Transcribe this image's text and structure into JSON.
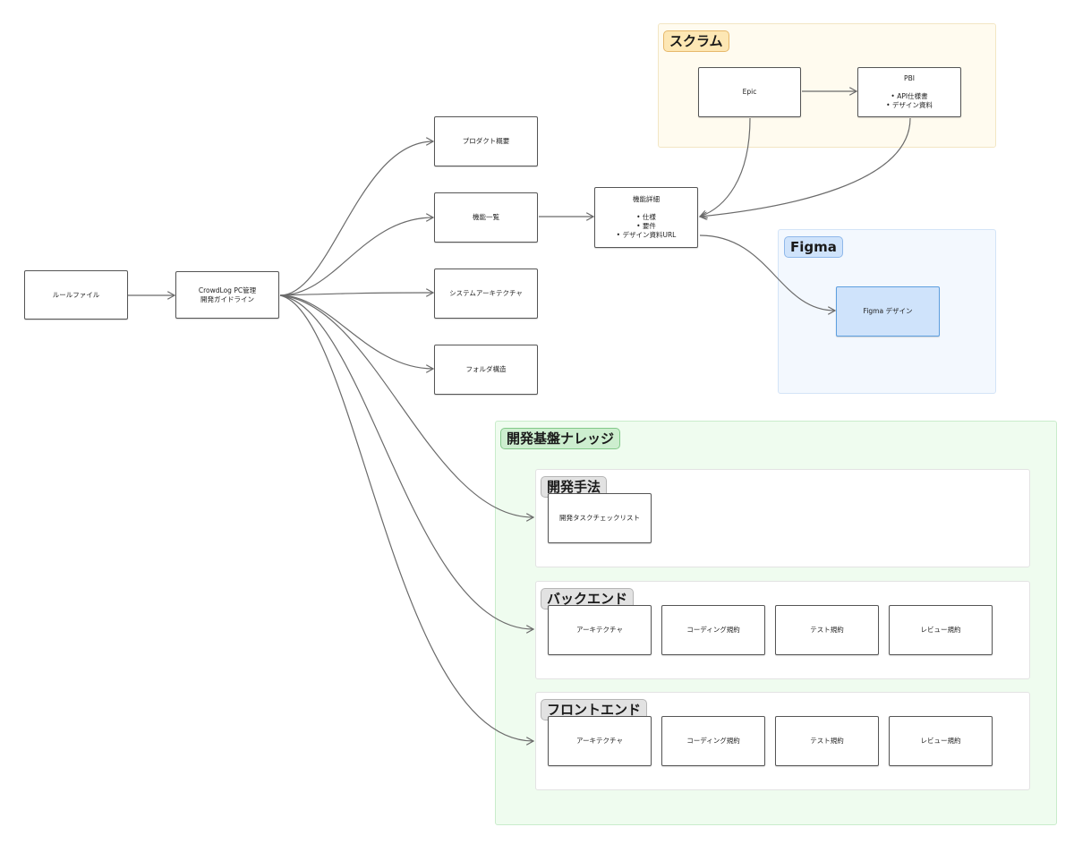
{
  "groups": {
    "scrum": "スクラム",
    "figma": "Figma",
    "knowledge": "開発基盤ナレッジ",
    "methods": "開発手法",
    "backend": "バックエンド",
    "frontend": "フロントエンド"
  },
  "nodes": {
    "rule_file": "ルールファイル",
    "guideline_line1": "CrowdLog PC管理",
    "guideline_line2": "開発ガイドライン",
    "product_overview": "プロダクト概要",
    "feature_list": "機能一覧",
    "system_architecture": "システムアーキテクチャ",
    "folder_structure": "フォルダ構造",
    "feature_detail": {
      "title": "機能詳細",
      "items": [
        "仕様",
        "要件",
        "デザイン資料URL"
      ]
    },
    "epic": "Epic",
    "pbi": {
      "title": "PBI",
      "items": [
        "API仕様書",
        "デザイン資料"
      ]
    },
    "figma_design": "Figma デザイン",
    "dev_task_checklist": "開発タスクチェックリスト",
    "backend": {
      "architecture": "アーキテクチャ",
      "coding_rules": "コーディング規約",
      "test_rules": "テスト規約",
      "review_rules": "レビュー規約"
    },
    "frontend": {
      "architecture": "アーキテクチャ",
      "coding_rules": "コーディング規約",
      "test_rules": "テスト規約",
      "review_rules": "レビュー規約"
    }
  },
  "colors": {
    "scrum_fill": "#fffbef",
    "scrum_border": "#f3e6c4",
    "figma_fill": "#f3f8fe",
    "figma_border": "#d3e4f7",
    "knowledge_fill": "#effcef",
    "knowledge_border": "#c9eccb",
    "sub_fill": "#ffffff",
    "sub_border": "#e3e3e3",
    "edge": "#6b6b6b"
  }
}
